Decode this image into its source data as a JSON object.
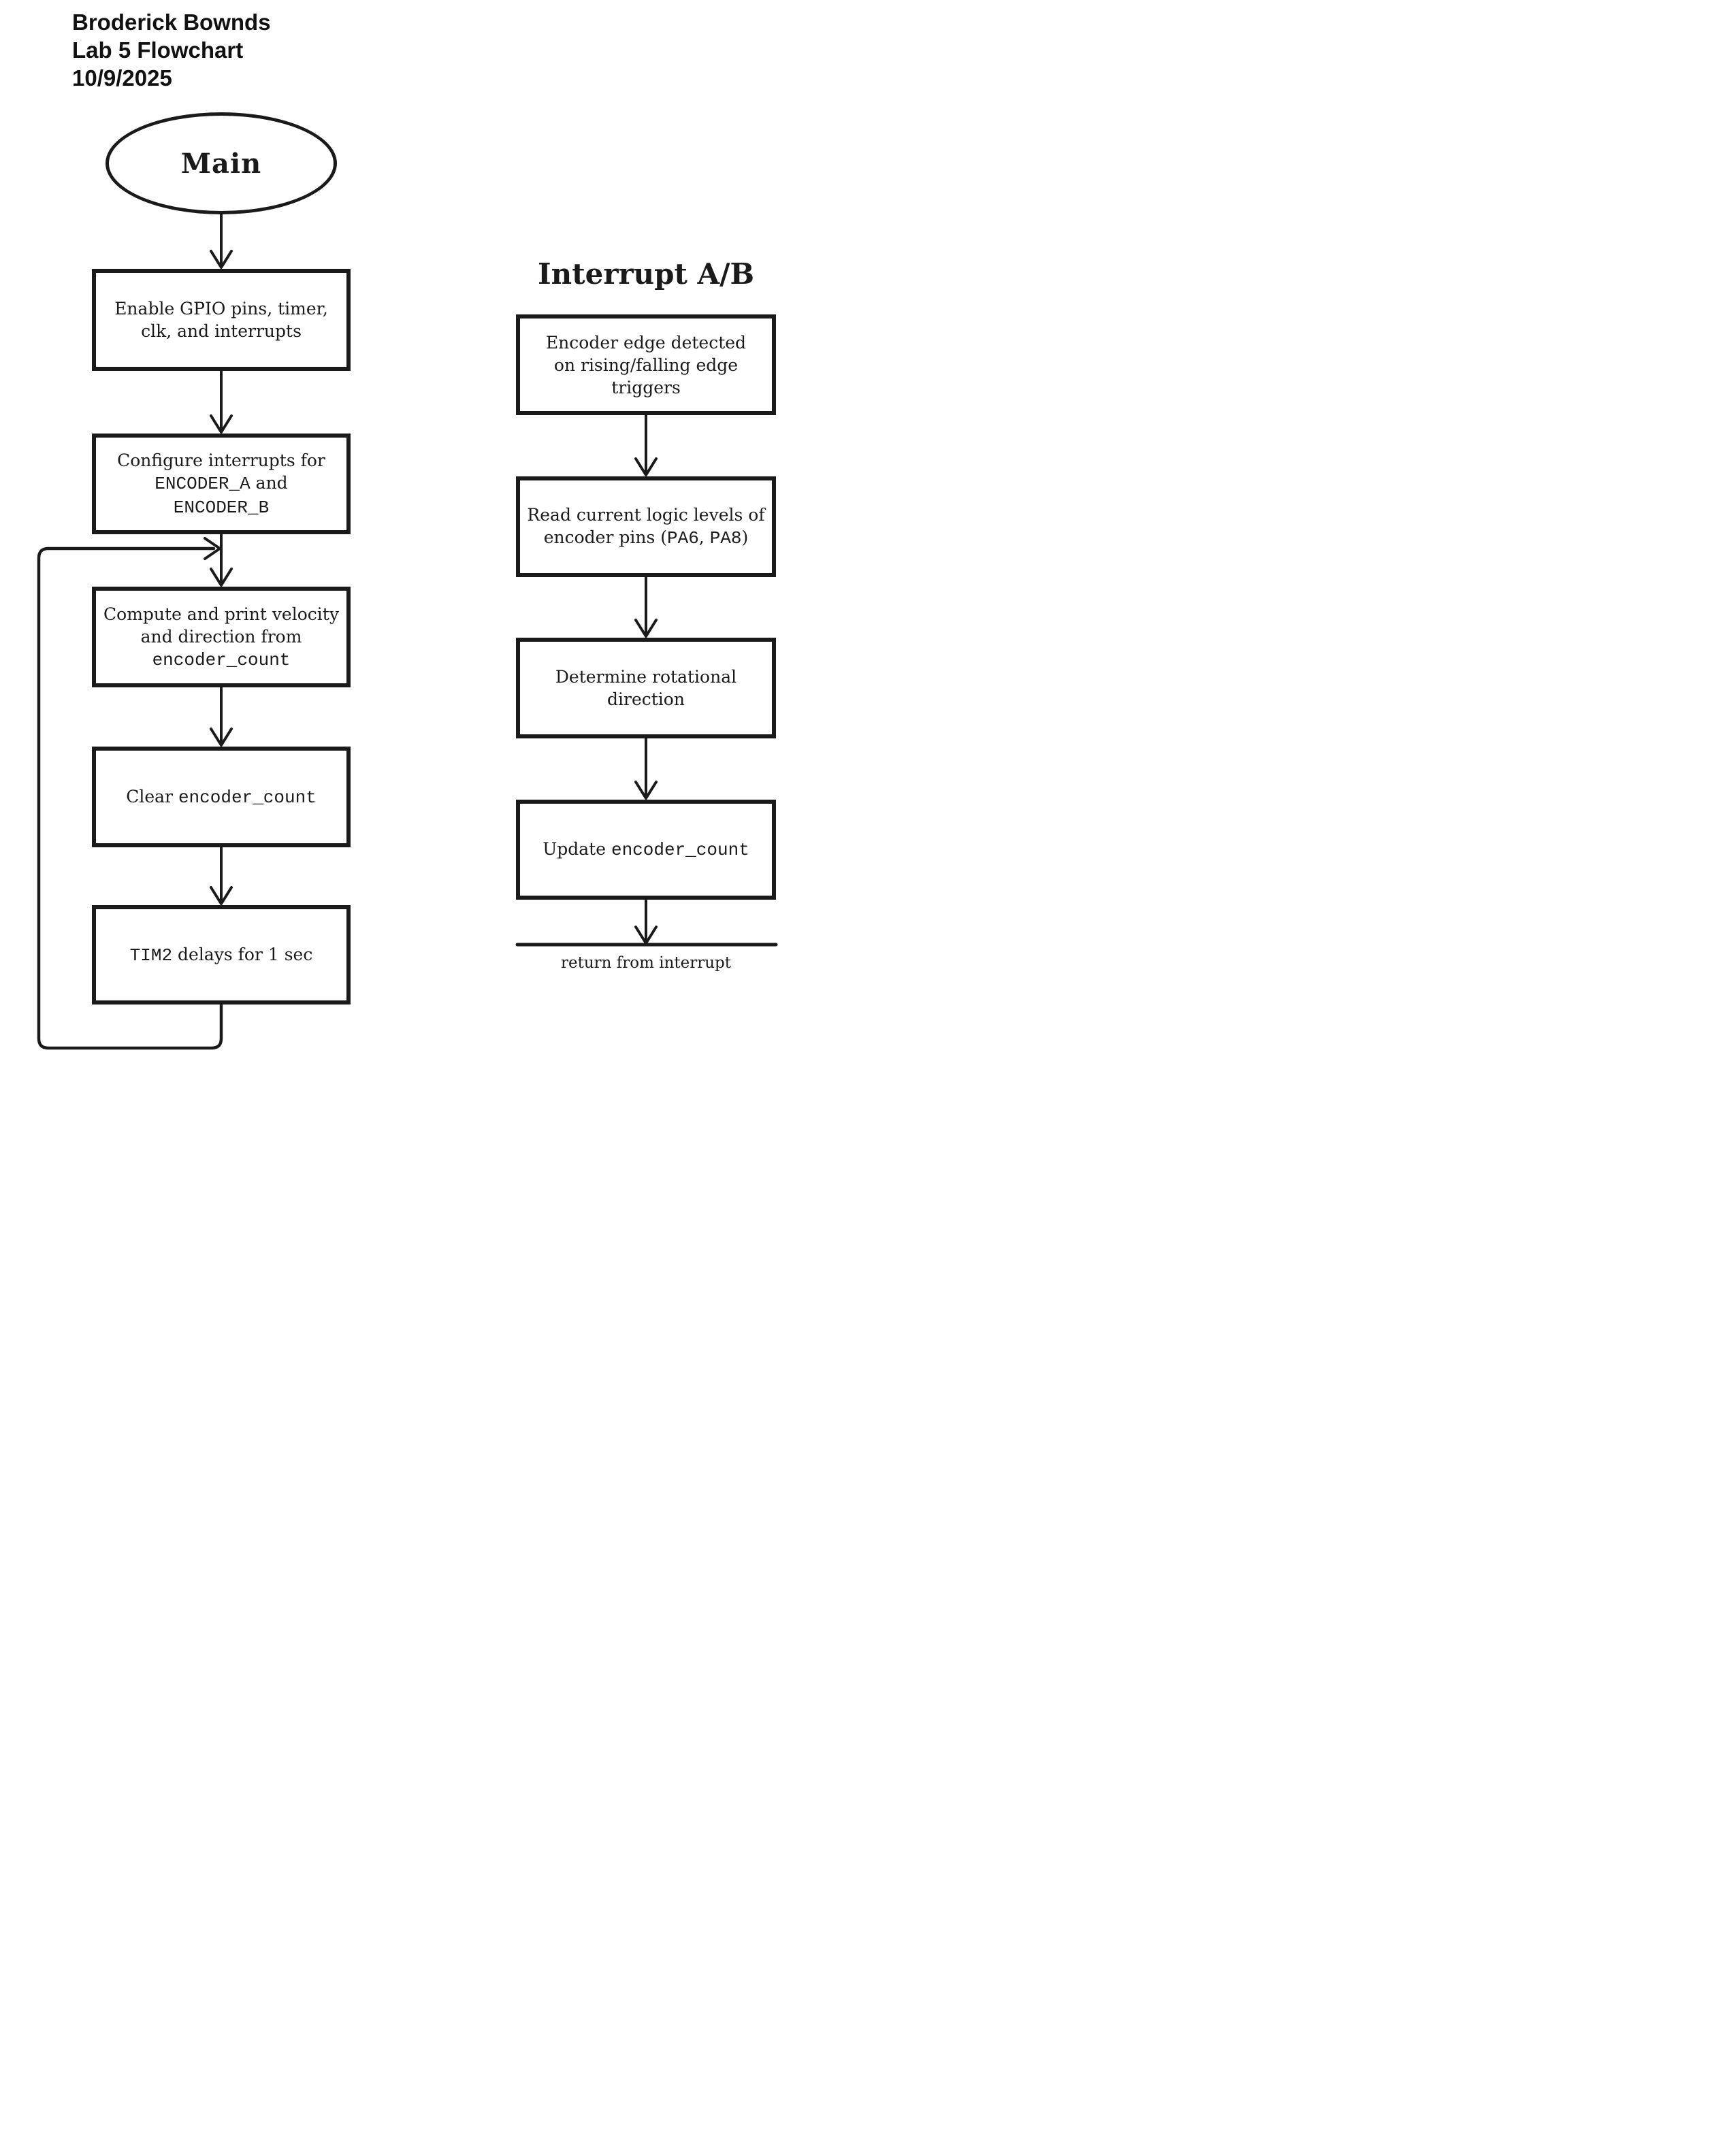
{
  "colors": {
    "ink": "#1a1a1a",
    "background": "#ffffff"
  },
  "header": {
    "lines": [
      "Broderick Bownds",
      "Lab 5 Flowchart",
      "10/9/2025"
    ]
  },
  "main": {
    "start_label": "Main",
    "boxes": [
      {
        "id": "enable-gpio",
        "lines": [
          [
            {
              "t": "Enable GPIO pins, timer,",
              "f": "serif"
            }
          ],
          [
            {
              "t": "clk, and interrupts",
              "f": "serif"
            }
          ]
        ]
      },
      {
        "id": "configure-interrupts",
        "lines": [
          [
            {
              "t": "Configure interrupts for",
              "f": "serif"
            }
          ],
          [
            {
              "t": "ENCODER_A",
              "f": "mono"
            },
            {
              "t": " and",
              "f": "serif"
            }
          ],
          [
            {
              "t": "ENCODER_B",
              "f": "mono"
            }
          ]
        ]
      },
      {
        "id": "compute-velocity",
        "lines": [
          [
            {
              "t": "Compute and print velocity",
              "f": "serif"
            }
          ],
          [
            {
              "t": "and direction from",
              "f": "serif"
            }
          ],
          [
            {
              "t": "encoder_count",
              "f": "mono"
            }
          ]
        ]
      },
      {
        "id": "clear-count",
        "lines": [
          [
            {
              "t": "Clear ",
              "f": "serif"
            },
            {
              "t": "encoder_count",
              "f": "mono"
            }
          ]
        ]
      },
      {
        "id": "tim2-delay",
        "lines": [
          [
            {
              "t": "TIM2",
              "f": "mono"
            },
            {
              "t": " delays for 1 sec",
              "f": "serif"
            }
          ]
        ]
      }
    ]
  },
  "interrupt": {
    "title": "Interrupt A/B",
    "boxes": [
      {
        "id": "encoder-edge",
        "lines": [
          [
            {
              "t": "Encoder edge detected",
              "f": "serif"
            }
          ],
          [
            {
              "t": "on rising/falling edge",
              "f": "serif"
            }
          ],
          [
            {
              "t": "triggers",
              "f": "serif"
            }
          ]
        ]
      },
      {
        "id": "read-levels",
        "lines": [
          [
            {
              "t": "Read current logic levels of",
              "f": "serif"
            }
          ],
          [
            {
              "t": "encoder pins (",
              "f": "serif"
            },
            {
              "t": "PA6",
              "f": "mono"
            },
            {
              "t": ", ",
              "f": "serif"
            },
            {
              "t": "PA8",
              "f": "mono"
            },
            {
              "t": ")",
              "f": "serif"
            }
          ]
        ]
      },
      {
        "id": "determine-direction",
        "lines": [
          [
            {
              "t": "Determine rotational",
              "f": "serif"
            }
          ],
          [
            {
              "t": "direction",
              "f": "serif"
            }
          ]
        ]
      },
      {
        "id": "update-count",
        "lines": [
          [
            {
              "t": "Update ",
              "f": "serif"
            },
            {
              "t": "encoder_count",
              "f": "mono"
            }
          ]
        ]
      }
    ],
    "return_label": "return from interrupt"
  }
}
